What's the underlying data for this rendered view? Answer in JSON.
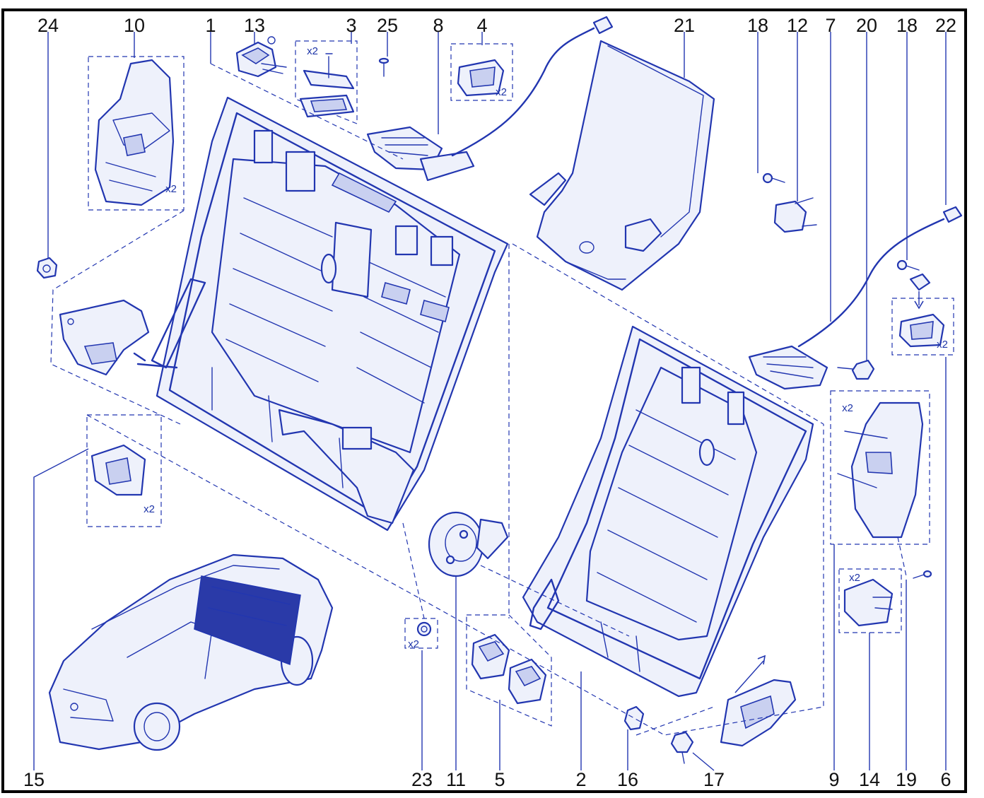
{
  "callouts": {
    "top": [
      "24",
      "10",
      "1",
      "13",
      "3",
      "25",
      "8",
      "4",
      "21",
      "18",
      "12",
      "7",
      "20",
      "18",
      "22"
    ],
    "bottom": [
      "15",
      "23",
      "11",
      "5",
      "2",
      "16",
      "17",
      "9",
      "14",
      "19",
      "6"
    ]
  },
  "quantities": {
    "part10": "x2",
    "part3": "x2",
    "part4": "x2",
    "part6": "x2",
    "part9": "x2",
    "part14": "x2",
    "part15": "x2",
    "part23": "x2"
  },
  "colors": {
    "line": "#2236b0",
    "fill": "#eef1fb",
    "text": "#111111",
    "frame": "#000000"
  }
}
